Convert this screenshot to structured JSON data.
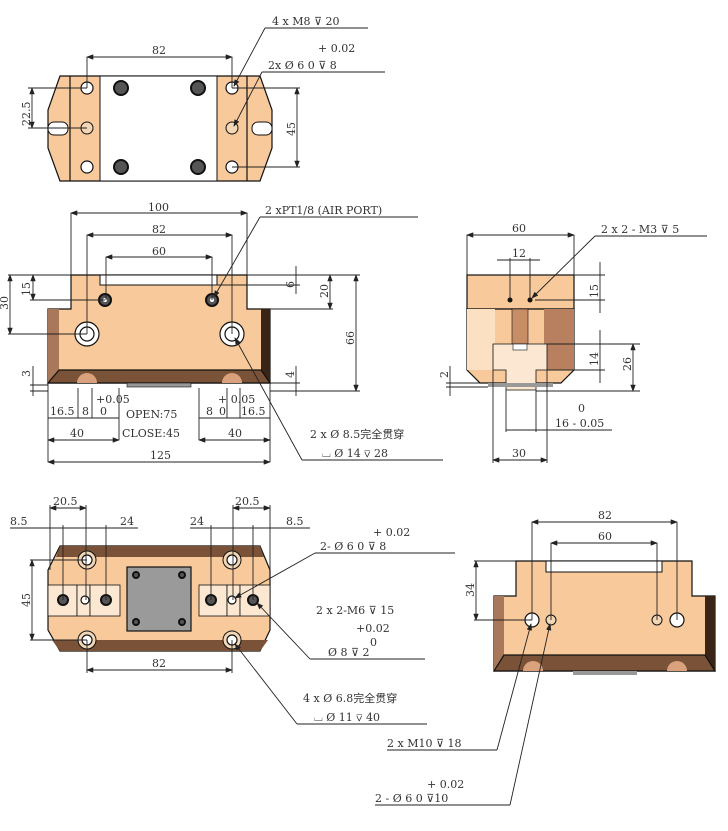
{
  "colors": {
    "body": "#f8c99b",
    "shadow": "#7a5237",
    "plate": "#9a9a9a",
    "line": "#222222"
  },
  "top_view": {
    "dim_82": "82",
    "dim_22_5": "22.5",
    "dim_45": "45",
    "callout_m8": "4 x M8    ⊽ 20",
    "callout_pin_tol": "+ 0.02",
    "callout_pin": "2x  Ø 6   0    ⊽ 8"
  },
  "front_view": {
    "dim_100": "100",
    "dim_82": "82",
    "dim_60": "60",
    "dim_30": "30",
    "dim_15": "15",
    "dim_6": "6",
    "dim_20": "20",
    "dim_66": "66",
    "dim_4": "4",
    "dim_3": "3",
    "left_16_5": "16.5",
    "left_8": "8",
    "left_tol_plus": "+0.05",
    "left_tol_zero": "0",
    "left_40": "40",
    "right_8": "8",
    "right_tol_plus": "+ 0.05",
    "right_tol_zero": "0",
    "right_16_5": "16.5",
    "right_40": "40",
    "open": "OPEN:75",
    "close": "CLOSE:45",
    "dim_125": "125",
    "callout_airport": "2 xPT1/8 (AIR PORT)",
    "callout_thru": "2 x  Ø  8.5完全贯穿",
    "callout_cbore": "⌴       Ø 14   ⊽ 28"
  },
  "side_view": {
    "dim_60": "60",
    "dim_12": "12",
    "dim_15": "15",
    "dim_14": "14",
    "dim_26": "26",
    "dim_2": "2",
    "tol_zero": "0",
    "dim_16": "16  - 0.05",
    "dim_30": "30",
    "callout_m3": "2 x 2 - M3    ⊽ 5"
  },
  "bottom_view": {
    "dim_20_5_left": "20.5",
    "dim_20_5_right": "20.5",
    "dim_8_5_left": "8.5",
    "dim_8_5_right": "8.5",
    "dim_24_left": "24",
    "dim_24_right": "24",
    "dim_45": "45",
    "dim_82": "82",
    "callout_pin_tol": "+ 0.02",
    "callout_pin": "2-  Ø 6    0       ⊽ 8",
    "callout_m6": "2 x 2-M6      ⊽ 15",
    "callout_cb_tol_plus": "+0.02",
    "callout_cb_tol_zero": "0",
    "callout_cb": "Ø 8          ⊽ 2",
    "callout_thru": "4 x   Ø   6.8完全贯穿",
    "callout_cbore": "⌴       Ø 11    ⊽ 40"
  },
  "rear_view": {
    "dim_82": "82",
    "dim_60": "60",
    "dim_34": "34",
    "callout_m10": "2 x M10        ⊽ 18",
    "callout_pin_tol": "+ 0.02",
    "callout_pin": "2 - Ø 6    0      ⊽10"
  }
}
